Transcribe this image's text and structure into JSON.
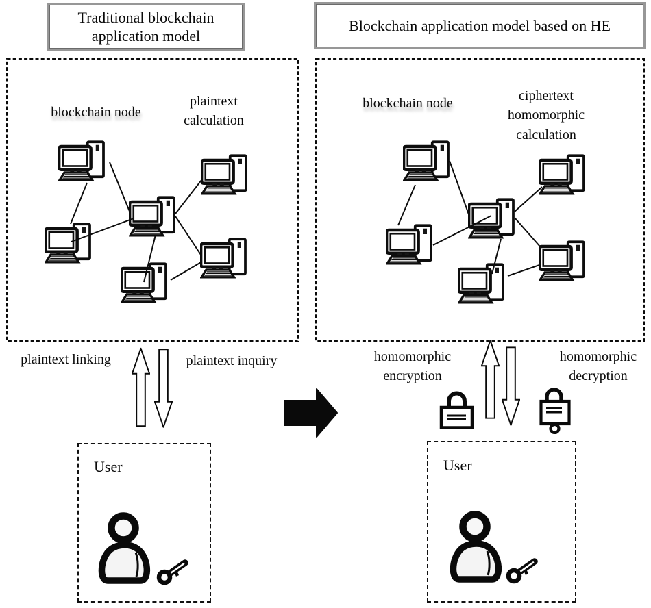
{
  "left_panel": {
    "title": "Traditional blockchain application model",
    "node_label": "blockchain node",
    "calc_label": "plaintext calculation",
    "link_label": "plaintext linking",
    "inquiry_label": "plaintext inquiry",
    "user_label": "User"
  },
  "right_panel": {
    "title": "Blockchain application model based on HE",
    "node_label": "blockchain node",
    "calc_label": "ciphertext homomorphic calculation",
    "encrypt_label": "homomorphic encryption",
    "decrypt_label": "homomorphic decryption",
    "user_label": "User"
  },
  "icons": {
    "computer": "desktop-computer-icon",
    "up_arrow": "hollow-up-arrow-icon",
    "down_arrow": "hollow-down-arrow-icon",
    "transform_arrow": "solid-right-arrow-icon",
    "lock_closed": "padlock-closed-icon",
    "lock_keyhole": "padlock-keyhole-icon",
    "person": "person-icon",
    "key": "key-icon"
  },
  "colors": {
    "ink": "#0a0a0a",
    "paper": "#ffffff",
    "title_border": "#979797",
    "node_label_shadow": "#b5b5b5",
    "person_fill": "#f4f4f4"
  }
}
